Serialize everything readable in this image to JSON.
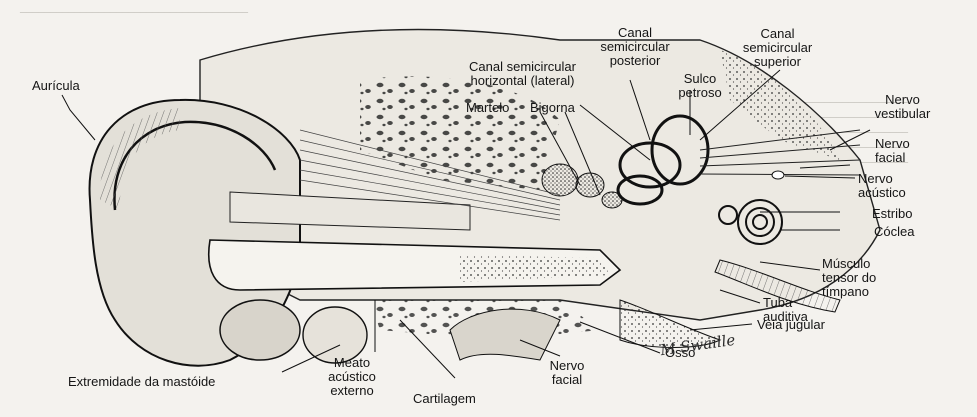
{
  "labels": {
    "auricula": "Aurícula",
    "canal_horizontal": "Canal semicircular\nhorizontal (lateral)",
    "canal_posterior": "Canal\nsemicircular\nposterior",
    "canal_superior": "Canal\nsemicircular\nsuperior",
    "sulco_petroso": "Sulco\npetroso",
    "martelo": "Martelo",
    "bigorna": "Bigorna",
    "nervo_vestibular": "Nervo\nvestibular",
    "nervo_facial_right": "Nervo\nfacial",
    "nervo_acustico": "Nervo\nacústico",
    "estribo": "Estribo",
    "coclea": "Cóclea",
    "musculo_tensor": "Músculo\ntensor do\ntímpano",
    "tuba_auditiva": "Tuba\nauditiva",
    "veia_jugular": "Veia jugular",
    "osso": "Osso",
    "extremidade_mastoide": "Extremidade da mastóide",
    "meato": "Meato\nacústico\nexterno",
    "nervo_facial_bottom": "Nervo\nfacial",
    "cartilagem": "Cartilagem"
  },
  "signature": "M Swaille",
  "colors": {
    "ink": "#151515",
    "paper": "#f4f2ee",
    "bone": "#e9e6df",
    "shade": "#6d6a64"
  }
}
